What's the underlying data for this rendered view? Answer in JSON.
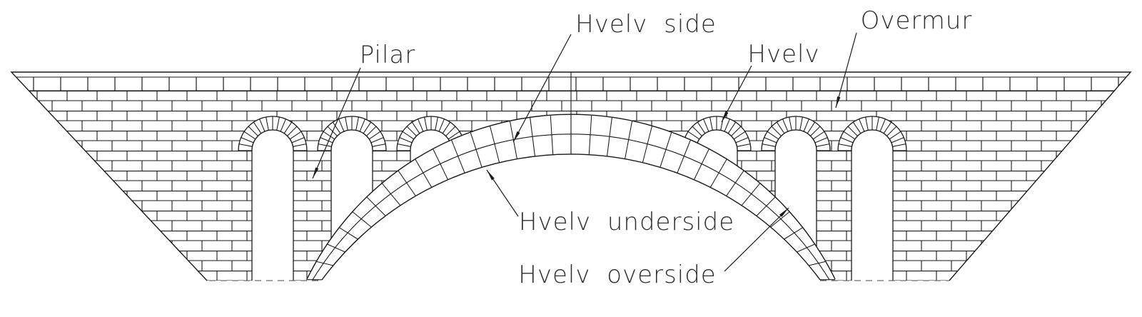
{
  "figure": {
    "kind": "Masonry arch bridge elevation drawing",
    "background_color": "#ffffff",
    "line_color": "#1a1a1a",
    "text_color": "#2f2f2f"
  },
  "labels": {
    "pilar": "Pilar",
    "hvelv_side": "Hvelv side",
    "hvelv": "Hvelv",
    "overmur": "Overmur",
    "hvelv_underside": "Hvelv underside",
    "hvelv_overside": "Hvelv overside"
  }
}
